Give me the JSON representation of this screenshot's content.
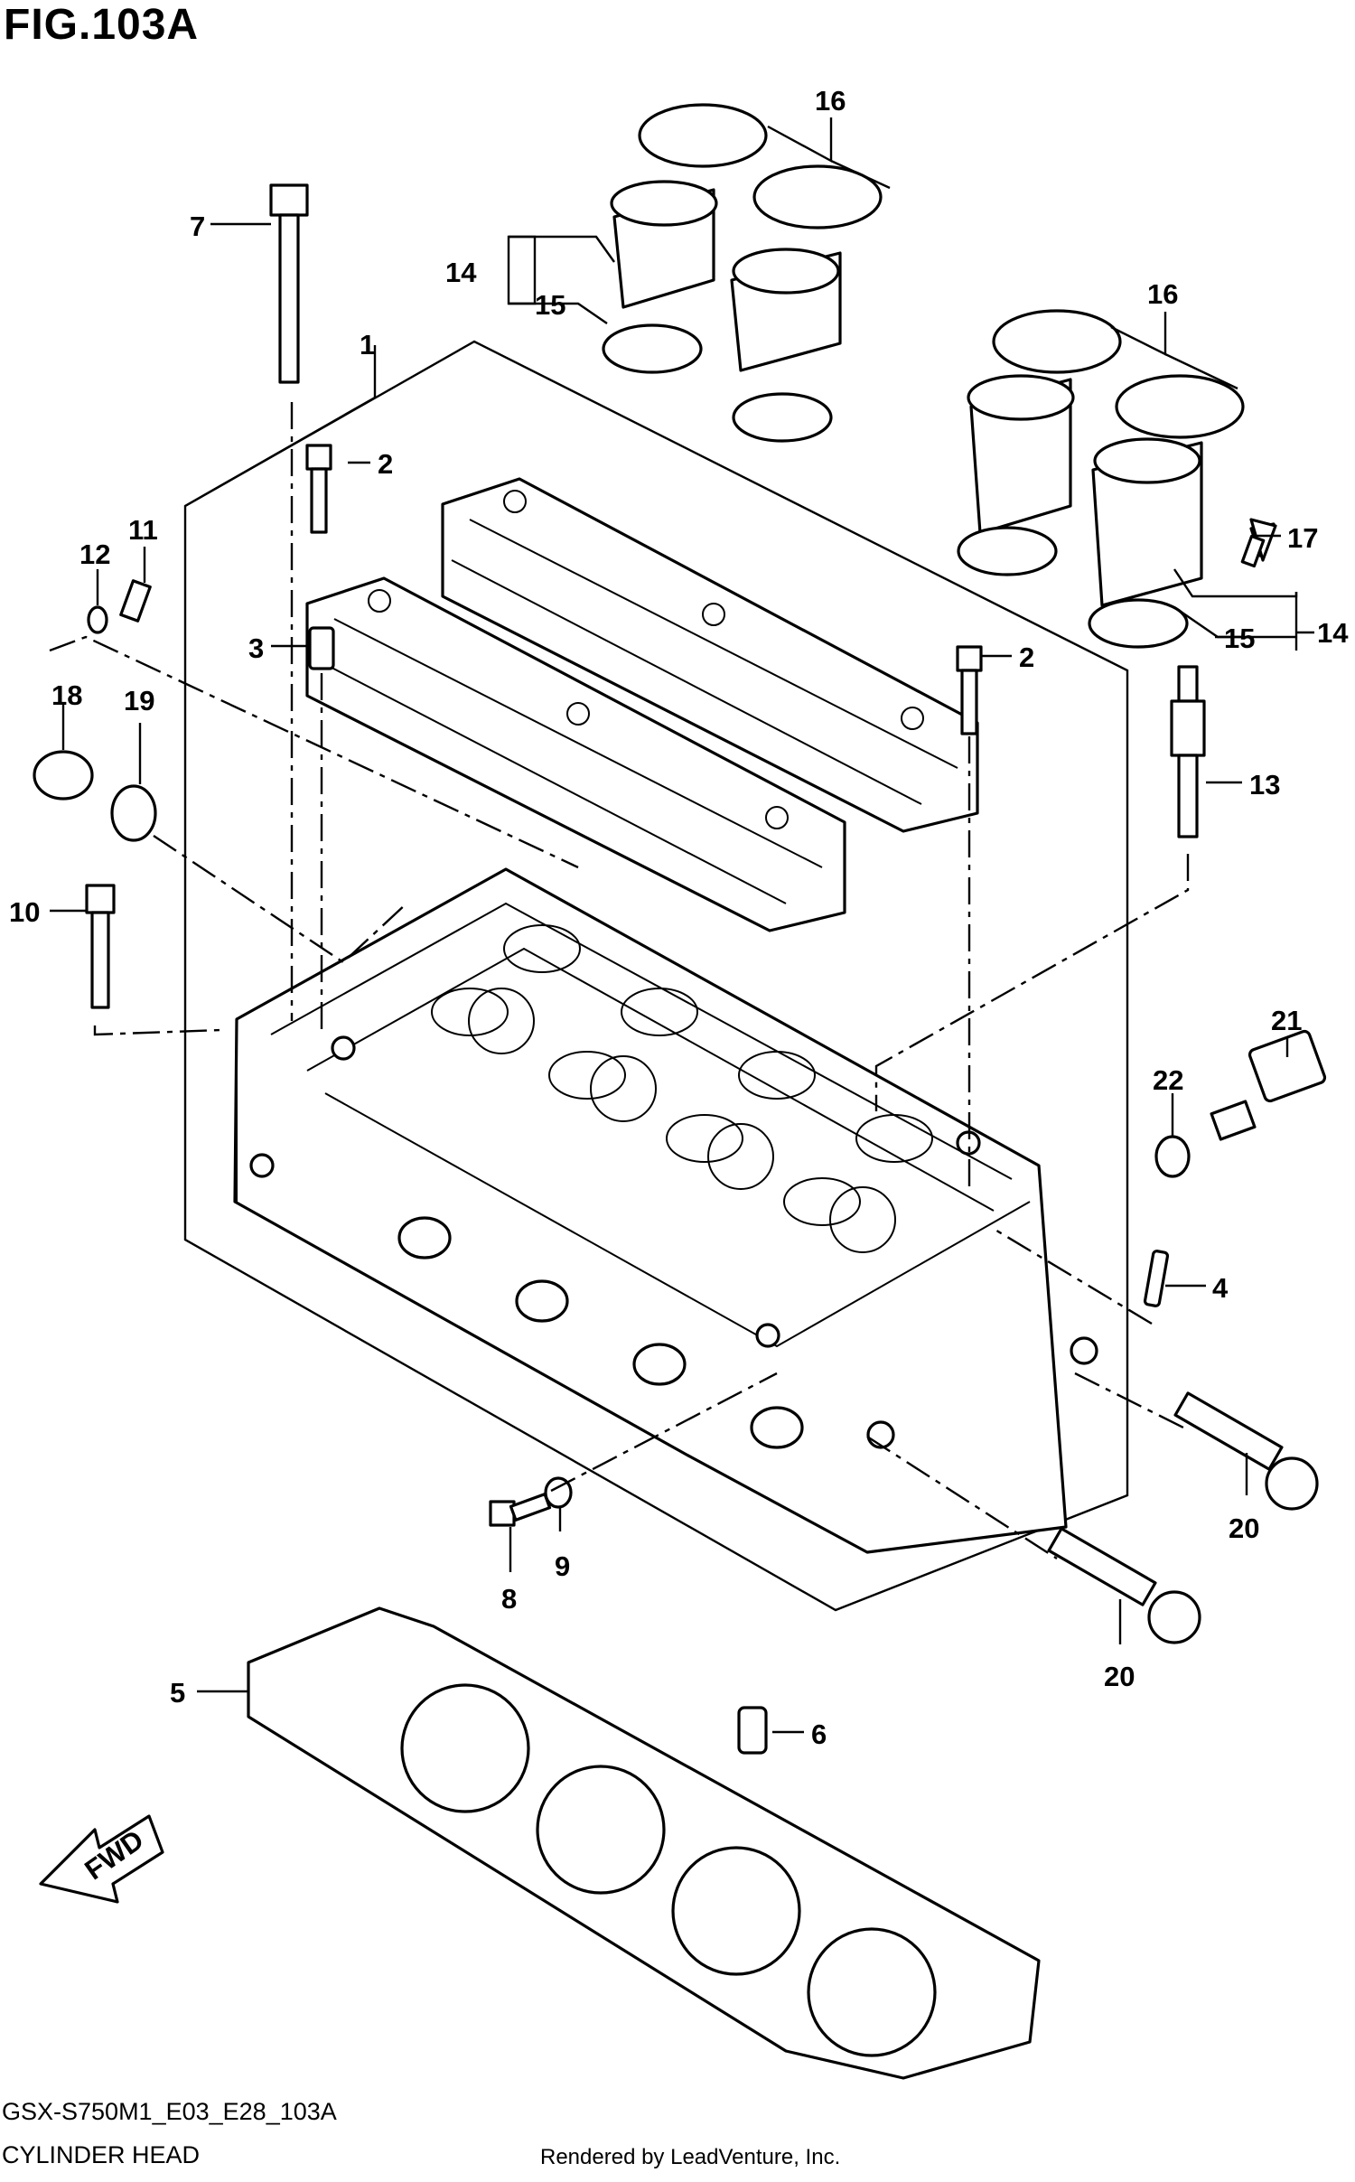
{
  "figure": {
    "title": "FIG.103A",
    "model_code": "GSX-S750M1_E03_E28_103A",
    "section_name": "CYLINDER HEAD",
    "credit": "Rendered by LeadVenture, Inc."
  },
  "direction_arrow": {
    "label": "FWD"
  },
  "callouts": [
    "1",
    "2",
    "2",
    "3",
    "4",
    "5",
    "6",
    "7",
    "8",
    "9",
    "10",
    "11",
    "12",
    "13",
    "14",
    "14",
    "15",
    "15",
    "16",
    "16",
    "17",
    "18",
    "19",
    "20",
    "20",
    "21",
    "22"
  ]
}
